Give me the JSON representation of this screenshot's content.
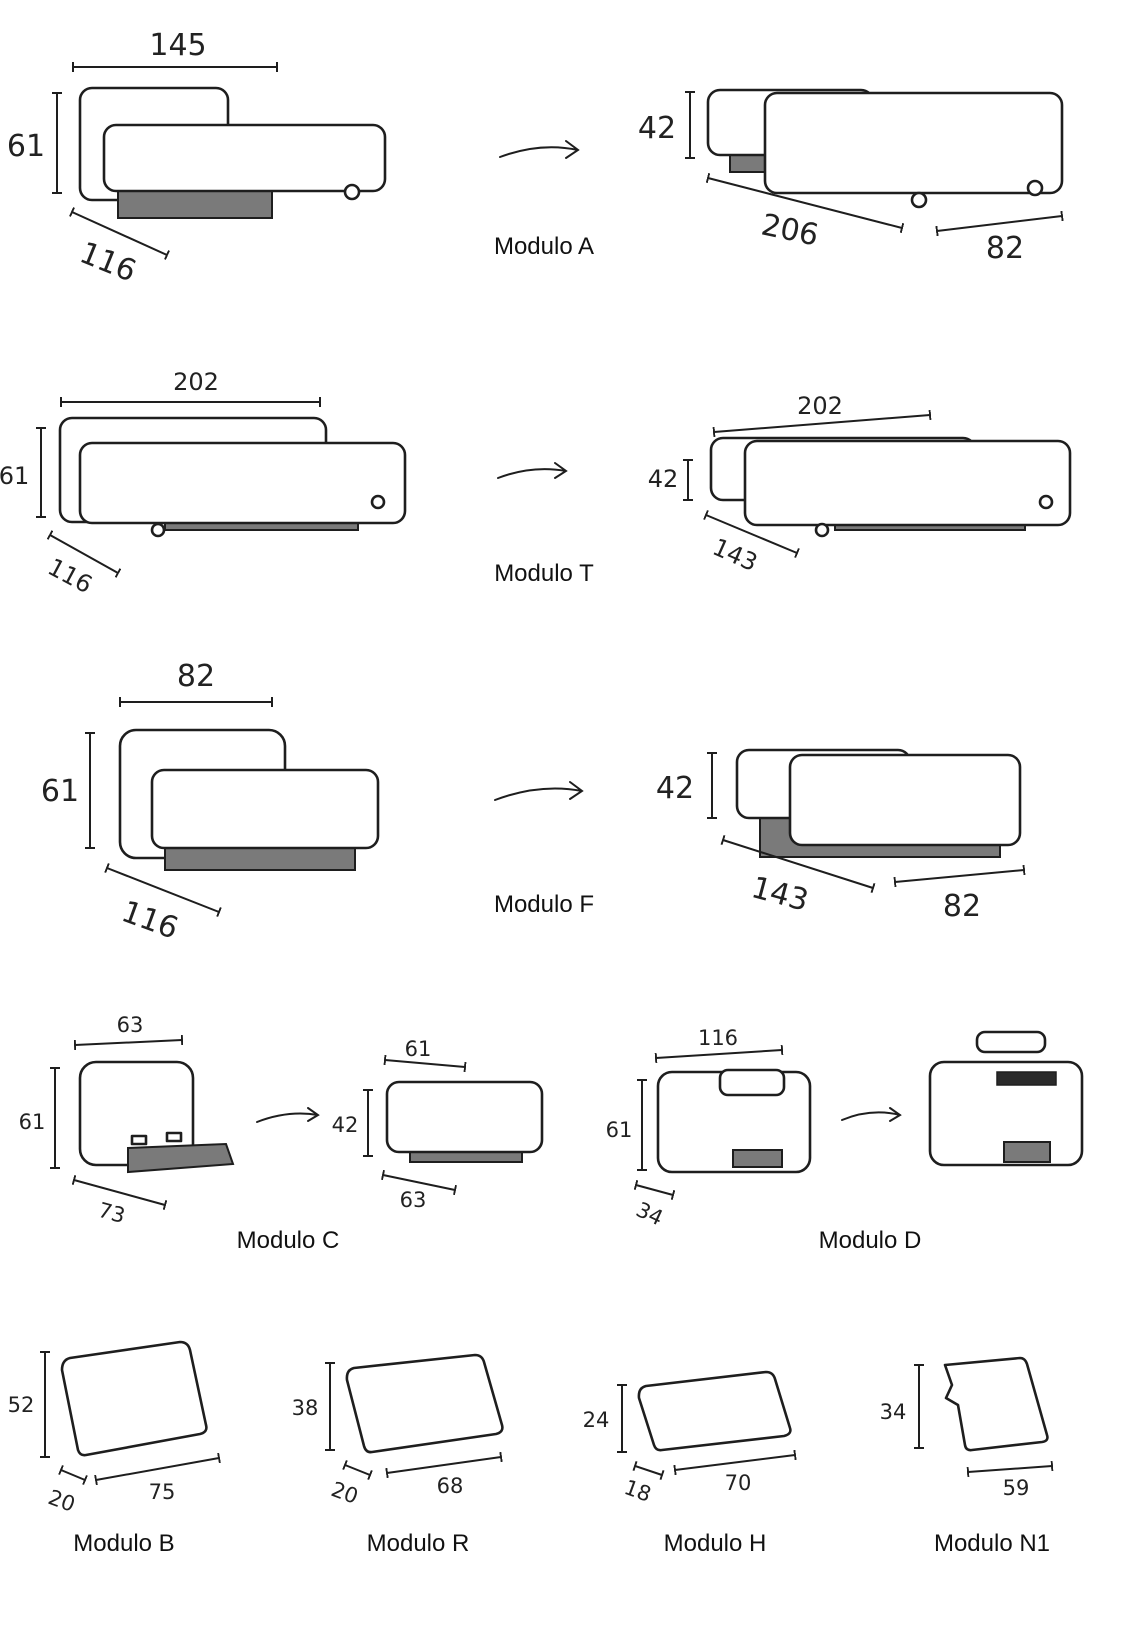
{
  "modules": {
    "A": {
      "label": "Modulo A",
      "closed": {
        "width": "145",
        "height": "61",
        "depth": "116"
      },
      "open": {
        "height": "42",
        "length": "206",
        "width": "82"
      }
    },
    "T": {
      "label": "Modulo T",
      "closed": {
        "width": "202",
        "height": "61",
        "depth": "116"
      },
      "open": {
        "width": "202",
        "height": "42",
        "length": "143"
      }
    },
    "F": {
      "label": "Modulo F",
      "closed": {
        "width": "82",
        "height": "61",
        "depth": "116"
      },
      "open": {
        "height": "42",
        "length": "143",
        "width": "82"
      }
    },
    "C": {
      "label": "Modulo C",
      "closed": {
        "width": "63",
        "height": "61",
        "depth": "73"
      },
      "open": {
        "width": "61",
        "height": "42",
        "depth": "63"
      }
    },
    "D": {
      "label": "Modulo D",
      "closed": {
        "width": "116",
        "height": "61",
        "depth": "34"
      }
    },
    "B": {
      "label": "Modulo B",
      "height": "52",
      "depth": "20",
      "width": "75"
    },
    "R": {
      "label": "Modulo R",
      "height": "38",
      "depth": "20",
      "width": "68"
    },
    "H": {
      "label": "Modulo H",
      "height": "24",
      "depth": "18",
      "width": "70"
    },
    "N1": {
      "label": "Modulo N1",
      "height": "34",
      "width": "59"
    }
  }
}
